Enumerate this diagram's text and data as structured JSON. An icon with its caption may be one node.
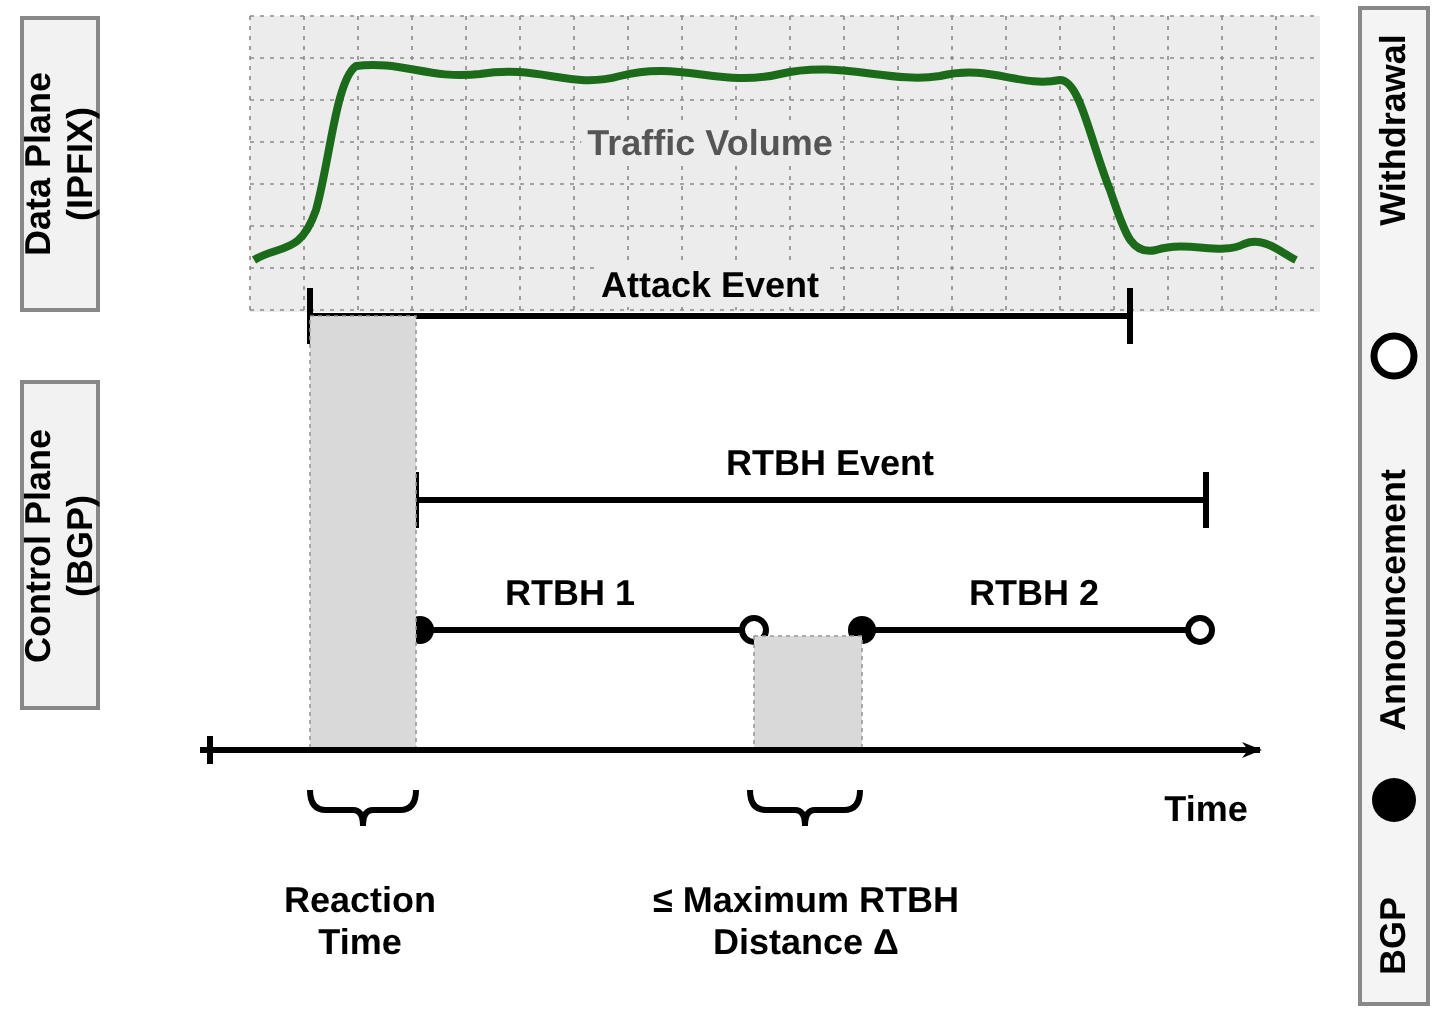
{
  "diagram": {
    "nodes": [
      {
        "text": [
          "Data Plane (IPFIX)"
        ]
      },
      {
        "text": [
          "Control Plane (BGP)"
        ]
      }
    ],
    "labels": [
      "Traffic Volume",
      "Attack Event",
      "RTBH Event",
      "RTBH 1",
      "RTBH 2",
      "Time",
      "Reaction Time",
      "≤ Maximum RTBH Distance Δ",
      "BGP"
    ],
    "legend": [
      {
        "text": "Announcement"
      },
      {
        "text": "Withdrawal"
      }
    ]
  }
}
